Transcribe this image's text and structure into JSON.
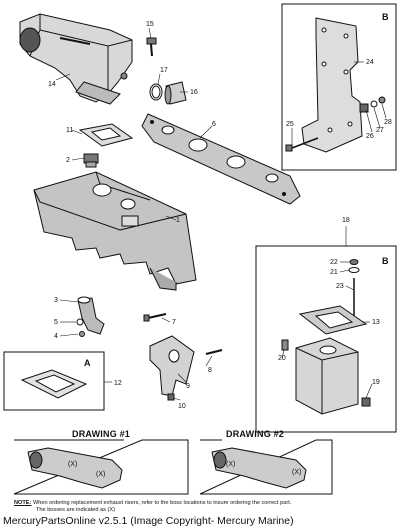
{
  "callouts": {
    "c1": "1",
    "c2": "2",
    "c3": "3",
    "c4": "4",
    "c5": "5",
    "c6": "6",
    "c7": "7",
    "c8": "8",
    "c9": "9",
    "c10": "10",
    "c11": "11",
    "c12": "12",
    "c13": "13",
    "c14": "14",
    "c15": "15",
    "c16": "16",
    "c17": "17",
    "c18": "18",
    "c19": "19",
    "c20": "20",
    "c21": "21",
    "c22": "22",
    "c23": "23",
    "c24": "24",
    "c25": "25",
    "c26": "26",
    "c27": "27",
    "c28": "28"
  },
  "boxes": {
    "a": "A",
    "b_top": "B",
    "b_mid": "B"
  },
  "drawings": {
    "d1": "DRAWING #1",
    "d2": "DRAWING #2"
  },
  "note": {
    "label": "NOTE:",
    "line1": "When ordering replacement exhaust risers, refer to the boss locations to insure ordering the correct part.",
    "line2": "The bosses are indicated as (X)"
  },
  "footer": "MercuryPartsOnline v2.5.1 (Image Copyright- Mercury Marine)"
}
